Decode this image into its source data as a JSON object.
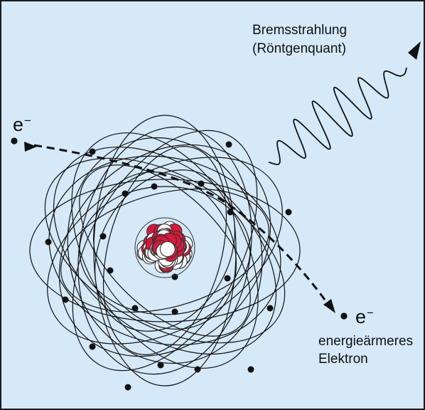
{
  "labels": {
    "incoming_electron": "e",
    "outgoing_electron": "e",
    "charge_sign": "−",
    "radiation_title": "Bremsstrahlung",
    "radiation_subtitle": "(Röntgenquant)",
    "outgoing_line1": "energieärmeres",
    "outgoing_line2": "Elektron"
  },
  "colors": {
    "background": "#d5e9f8",
    "frame": "#1a1a1a",
    "ink": "#111111",
    "proton": "#d61a3c",
    "neutron": "#ffffff"
  }
}
